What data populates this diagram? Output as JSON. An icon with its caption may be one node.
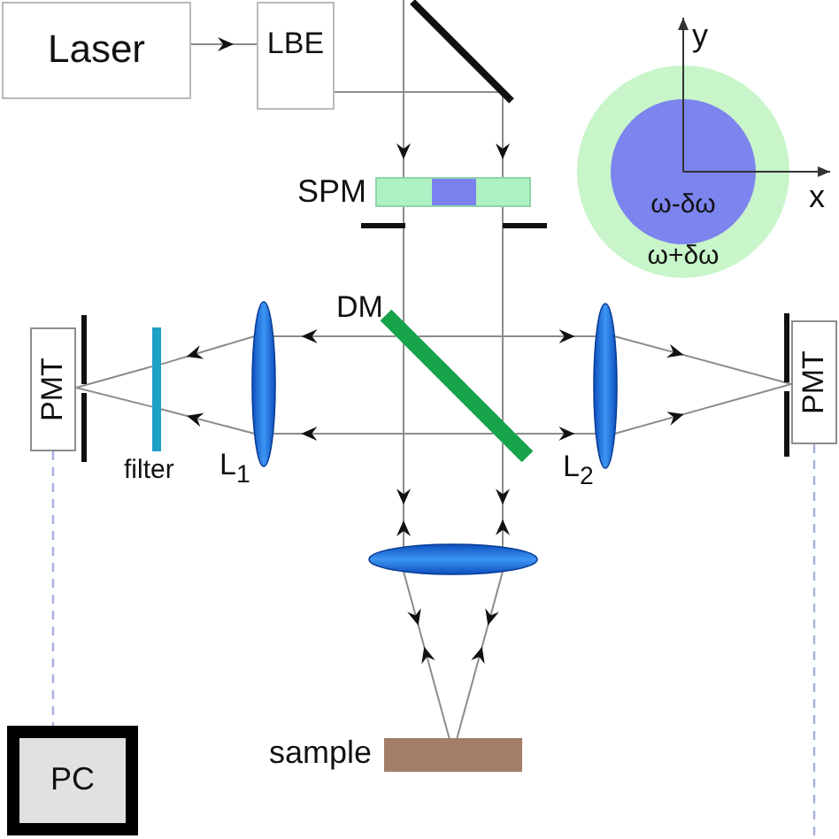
{
  "diagram": {
    "nodes": [
      {
        "text": [
          "Laser"
        ]
      },
      {
        "text": [
          "LBE"
        ]
      },
      {
        "text": [],
        "shape": "bar"
      },
      {
        "text": [
          "ω+δω"
        ]
      },
      {
        "text": [
          "ω-δω"
        ],
        "in": 3
      },
      {
        "text": [
          "SPM"
        ]
      },
      {
        "text": [
          "DM"
        ]
      },
      {
        "text": [
          "PMT"
        ]
      },
      {
        "text": [
          "filter"
        ]
      },
      {
        "text": [
          "L$_{1}$"
        ]
      },
      {
        "text": [
          "L$_{2}$"
        ]
      },
      {
        "text": [
          "PMT"
        ]
      },
      {
        "text": [],
        "shape": "ellipse"
      },
      {
        "text": [
          "sample"
        ]
      },
      {
        "text": [
          "PC"
        ]
      }
    ],
    "edges": [
      {
        "from": 0,
        "to": 1,
        "arrow": "to"
      },
      {
        "from": 1,
        "to": 2,
        "arrow": "none"
      },
      {
        "from": 2,
        "to": 5,
        "arrow": "to"
      },
      {
        "from": 2,
        "to": 5,
        "arrow": "to"
      },
      {
        "from": 5,
        "to": 6,
        "arrow": "none"
      },
      {
        "from": 5,
        "to": 6,
        "arrow": "none"
      },
      {
        "from": 6,
        "to": 12,
        "arrow": "both"
      },
      {
        "from": 6,
        "to": 12,
        "arrow": "both"
      },
      {
        "from": 6,
        "to": 9,
        "arrow": "to"
      },
      {
        "from": 6,
        "to": 9,
        "arrow": "to"
      },
      {
        "from": 6,
        "to": 10,
        "arrow": "to"
      },
      {
        "from": 6,
        "to": 10,
        "arrow": "to"
      },
      {
        "from": 9,
        "to": 8,
        "arrow": "to"
      },
      {
        "from": 9,
        "to": 8,
        "arrow": "to"
      },
      {
        "from": 8,
        "to": 7,
        "arrow": "none"
      },
      {
        "from": 8,
        "to": 7,
        "arrow": "none"
      },
      {
        "from": 10,
        "to": 11,
        "arrow": "to"
      },
      {
        "from": 10,
        "to": 11,
        "arrow": "to"
      },
      {
        "from": 12,
        "to": 13,
        "arrow": "both"
      },
      {
        "from": 12,
        "to": 13,
        "arrow": "both"
      },
      {
        "from": 7,
        "to": 14,
        "arrow": "none",
        "style": "dashed",
        "color": "#a4b1dc"
      },
      {
        "from": 11,
        "to": null,
        "arrow": "none",
        "style": "dashed",
        "color": "#a4b1dc"
      }
    ],
    "labels": [
      "y",
      "x"
    ]
  }
}
